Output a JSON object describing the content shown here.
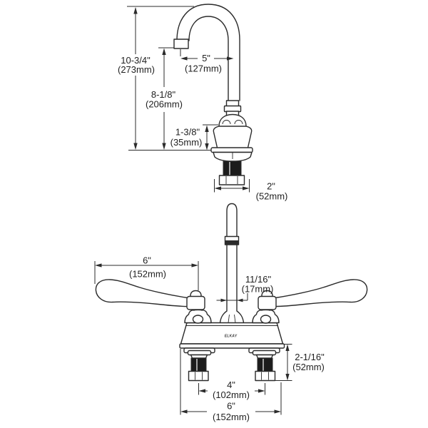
{
  "drawing": {
    "brand_logo": "ELKAY",
    "colors": {
      "line": "#2b2b2b",
      "dark_fill": "#1c1c1c",
      "background": "#ffffff"
    },
    "dimensions": {
      "overall_height": {
        "in": "10-3/4\"",
        "mm": "(273mm)"
      },
      "spout_height": {
        "in": "8-1/8\"",
        "mm": "(206mm)"
      },
      "spout_reach": {
        "in": "5\"",
        "mm": "(127mm)"
      },
      "body_height": {
        "in": "1-3/8\"",
        "mm": "(35mm)"
      },
      "body_width": {
        "in": "2\"",
        "mm": "(52mm)"
      },
      "handle_length": {
        "in": "6\"",
        "mm": "(152mm)"
      },
      "spout_diameter": {
        "in": "11/16\"",
        "mm": "(17mm)"
      },
      "deck_height": {
        "in": "2-1/16\"",
        "mm": "(52mm)"
      },
      "faucet_centers": {
        "in": "4\"",
        "mm": "(102mm)"
      },
      "deck_width": {
        "in": "6\"",
        "mm": "(152mm)"
      }
    }
  }
}
